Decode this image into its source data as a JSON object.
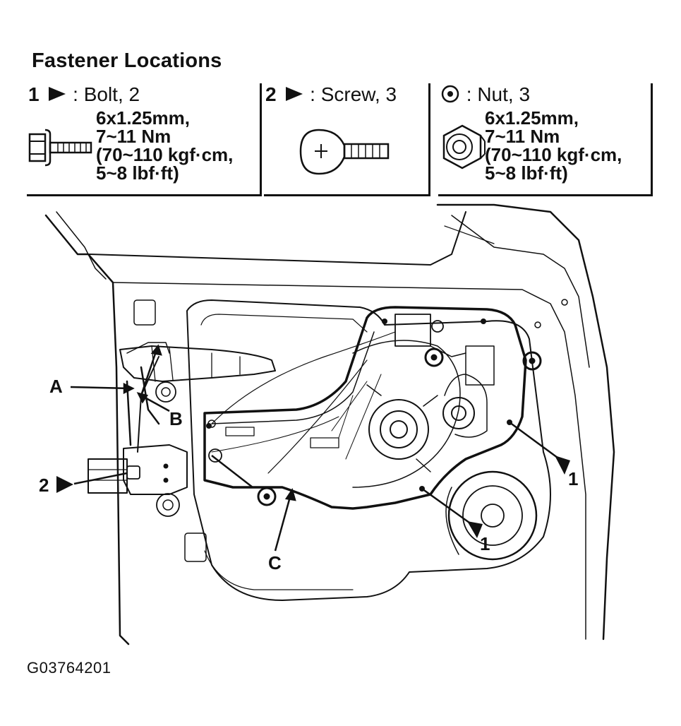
{
  "title": "Fastener Locations",
  "legend": [
    {
      "num": "1",
      "symbol": "arrow",
      "text": ": Bolt, 2",
      "spec": [
        "6x1.25mm,",
        "7~11 Nm",
        "(70~110 kgf·cm,",
        "5~8 lbf·ft)"
      ]
    },
    {
      "num": "2",
      "symbol": "arrow",
      "text": ": Screw, 3",
      "spec": []
    },
    {
      "num": "",
      "symbol": "circle-dot",
      "text": ": Nut, 3",
      "spec": [
        "6x1.25mm,",
        "7~11 Nm",
        "(70~110 kgf·cm,",
        "5~8 lbf·ft)"
      ]
    }
  ],
  "callouts": {
    "a": "A",
    "b": "B",
    "c": "C",
    "bolt_right": "1",
    "bolt_lower": "1",
    "screw_left": "2"
  },
  "figure_code": "G03764201",
  "icons": [
    "bolt-icon",
    "screw-icon",
    "nut-icon",
    "arrow-icon",
    "nut-symbol-icon"
  ]
}
